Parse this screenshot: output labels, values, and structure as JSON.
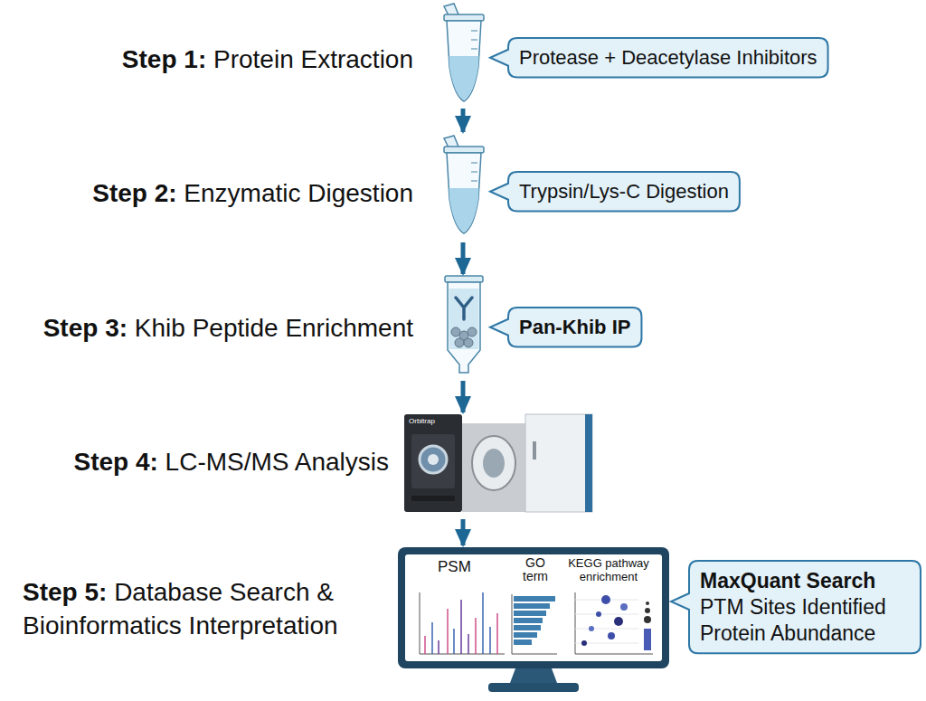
{
  "diagram": {
    "nodes": [
      {
        "text": [
          "Step 1: Protein Extraction"
        ]
      },
      {
        "text": [
          "Protease + Deacetylase Inhibitors"
        ]
      },
      {
        "text": [
          "Step 2: Enzymatic Digestion"
        ]
      },
      {
        "text": [
          "Trypsin/Lys-C Digestion"
        ]
      },
      {
        "text": [
          "Step 3: Khib Peptide Enrichment"
        ]
      },
      {
        "text": [
          "Pan-Khib IP"
        ]
      },
      {
        "text": [
          "Step 4: LC-MS/MS Analysis",
          "Orbitrap"
        ]
      },
      {
        "text": [
          "Step 5: Database Search & Bioinformatics Interpretation",
          "PSM",
          "GO term",
          "KEGG pathway enrichment"
        ]
      },
      {
        "text": [
          "MaxQuant Search",
          "PTM Sites Identified Protein Abundance"
        ]
      }
    ],
    "edges": [
      {
        "from": 0,
        "to": 2,
        "arrow": "to"
      },
      {
        "from": 2,
        "to": 4,
        "arrow": "to"
      },
      {
        "from": 4,
        "to": 6,
        "arrow": "to"
      },
      {
        "from": 6,
        "to": 7,
        "arrow": "to"
      }
    ]
  }
}
